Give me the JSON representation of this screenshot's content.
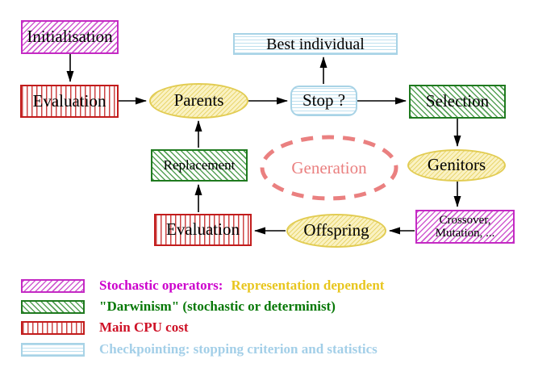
{
  "nodes": {
    "initialisation": "Initialisation",
    "evaluation_top": "Evaluation",
    "best_individual": "Best individual",
    "parents": "Parents",
    "stop": "Stop ?",
    "selection": "Selection",
    "replacement": "Replacement",
    "generation": "Generation",
    "genitors": "Genitors",
    "evaluation_bottom": "Evaluation",
    "offspring": "Offspring",
    "crossover_line1": "Crossover,",
    "crossover_line2": "Mutation, ..."
  },
  "legend": {
    "stochastic_label": "Stochastic operators:",
    "stochastic_extra": "Representation dependent",
    "darwinism_label": "\"Darwinism\" (stochastic or determinist)",
    "cpu_label": "Main CPU cost",
    "checkpoint_label": "Checkpointing: stopping criterion and statistics"
  },
  "colors": {
    "magenta": "#c42ac4",
    "green": "#1f7a1f",
    "red": "#c21c1c",
    "light_blue": "#a8d3e6",
    "yellow_border": "#e2cc52",
    "yellow_fill": "#faf2c3",
    "salmon": "#ea8080",
    "legend_magenta_text": "#cc00cc",
    "legend_gold_text": "#e8c61e",
    "legend_green_text": "#077807",
    "legend_red_text": "#ce1126",
    "legend_blue_text": "#a3cfe8",
    "arrow": "#000000"
  }
}
